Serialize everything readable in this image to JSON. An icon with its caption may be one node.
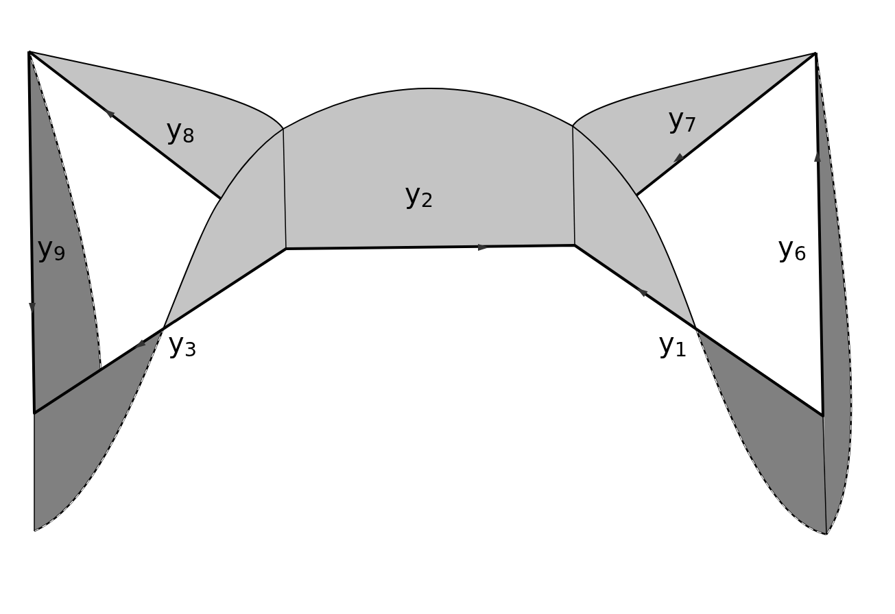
{
  "diagram": {
    "labels": [
      "y$_{8}$",
      "y$_{7}$",
      "y$_{2}$",
      "y$_{9}$",
      "y$_{6}$",
      "y$_{3}$",
      "y$_{1}$"
    ]
  }
}
